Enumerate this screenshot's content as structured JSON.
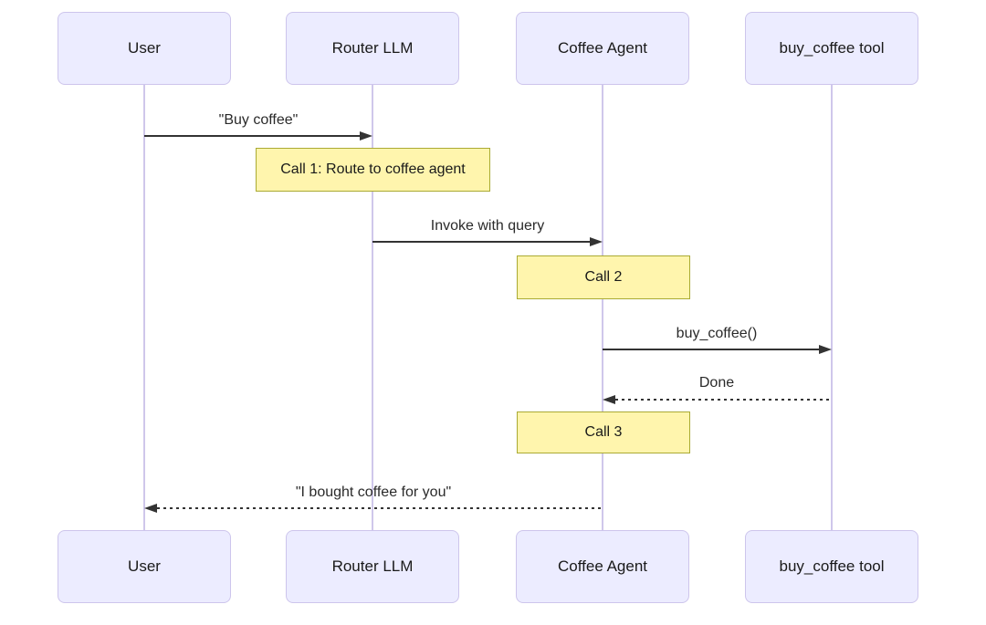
{
  "diagram": {
    "type": "sequence-diagram",
    "colors": {
      "actor_fill": "#ECECFF",
      "actor_border": "#cdc5ec",
      "lifeline": "#cfc7eb",
      "note_fill": "#fff5ad",
      "note_border": "#aaaa33",
      "message_line": "#333333",
      "text": "#1a1a1a"
    },
    "actors": [
      {
        "name": "User"
      },
      {
        "name": "Router LLM"
      },
      {
        "name": "Coffee Agent"
      },
      {
        "name": "buy_coffee tool"
      }
    ],
    "messages": [
      {
        "from": "User",
        "to": "Router LLM",
        "label": "\"Buy coffee\"",
        "line": "solid",
        "direction": "right"
      },
      {
        "from": "Router LLM",
        "to": "Coffee Agent",
        "label": "Invoke with query",
        "line": "solid",
        "direction": "right"
      },
      {
        "from": "Coffee Agent",
        "to": "buy_coffee tool",
        "label": "buy_coffee()",
        "line": "solid",
        "direction": "right"
      },
      {
        "from": "buy_coffee tool",
        "to": "Coffee Agent",
        "label": "Done",
        "line": "dashed",
        "direction": "left"
      },
      {
        "from": "Coffee Agent",
        "to": "User",
        "label": "\"I bought coffee for you\"",
        "line": "dashed",
        "direction": "left"
      }
    ],
    "notes": [
      {
        "over": "Router LLM",
        "label": "Call 1: Route to coffee agent"
      },
      {
        "over": "Coffee Agent",
        "label": "Call 2"
      },
      {
        "over": "Coffee Agent",
        "label": "Call 3"
      }
    ]
  }
}
